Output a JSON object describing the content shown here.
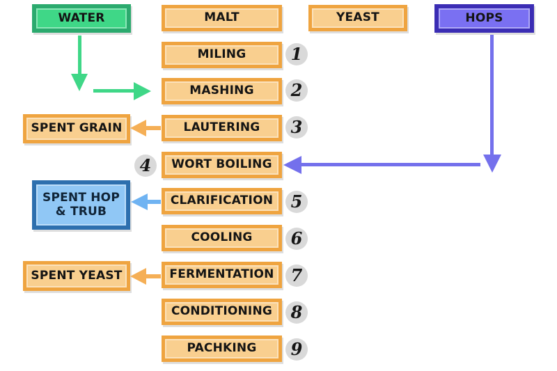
{
  "inputs": {
    "water": "WATER",
    "malt": "MALT",
    "yeast": "YEAST",
    "hops": "HOPS"
  },
  "steps": [
    {
      "number": "1",
      "label": "MILING"
    },
    {
      "number": "2",
      "label": "MASHING"
    },
    {
      "number": "3",
      "label": "LAUTERING"
    },
    {
      "number": "4",
      "label": "WORT BOILING"
    },
    {
      "number": "5",
      "label": "CLARIFICATION"
    },
    {
      "number": "6",
      "label": "COOLING"
    },
    {
      "number": "7",
      "label": "FERMENTATION"
    },
    {
      "number": "8",
      "label": "CONDITIONING"
    },
    {
      "number": "9",
      "label": "PACHKING"
    }
  ],
  "byproducts": {
    "spent_grain": {
      "label": "SPENT GRAIN",
      "from": "LAUTERING"
    },
    "spent_hop_trub": {
      "line1": "SPENT HOP",
      "line2": "& TRUB",
      "from": "CLARIFICATION"
    },
    "spent_yeast": {
      "label": "SPENT YEAST",
      "from": "FERMENTATION"
    }
  },
  "flows": [
    {
      "from": "WATER",
      "to": "MASHING",
      "color": "green"
    },
    {
      "from": "HOPS",
      "to": "WORT BOILING",
      "color": "purple"
    },
    {
      "from": "LAUTERING",
      "to": "SPENT GRAIN",
      "color": "orange"
    },
    {
      "from": "CLARIFICATION",
      "to": "SPENT HOP & TRUB",
      "color": "blue"
    },
    {
      "from": "FERMENTATION",
      "to": "SPENT YEAST",
      "color": "orange"
    }
  ],
  "colors": {
    "orange_border": "#EFA440",
    "orange_fill": "#F9CF8F",
    "orange_arrow": "#F5AF56",
    "green_border": "#2BAA6E",
    "green_fill": "#3FD787",
    "green_arrow": "#3FD787",
    "purple_border": "#3B2DB4",
    "purple_fill": "#7A70F2",
    "purple_arrow": "#7470EC",
    "blue_border": "#2D6FAE",
    "blue_fill": "#90C7F5",
    "blue_arrow": "#6FB3F2",
    "number_circle": "#D9D9D9",
    "text": "#141414",
    "trub_text": "#102437"
  }
}
